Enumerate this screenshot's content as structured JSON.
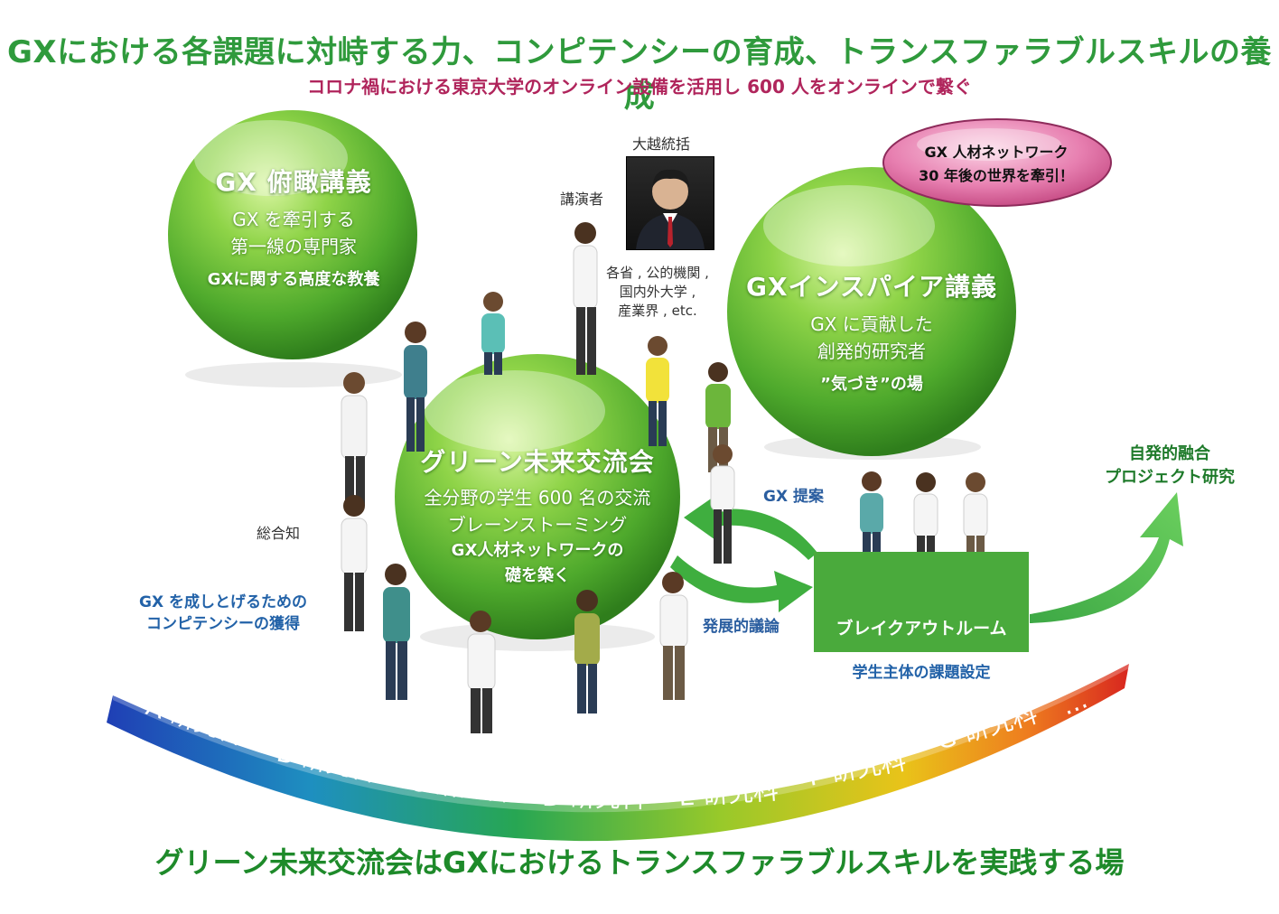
{
  "header": {
    "title": "GXにおける各課題に対峙する力、コンピテンシーの育成、トランスファラブルスキルの養成",
    "subtitle": "コロナ禍における東京大学のオンライン設備を活用し 600 人をオンラインで繋ぐ"
  },
  "sphere_left": {
    "heading": "GX 俯瞰講義",
    "line1": "GX を牽引する",
    "line2": "第一線の専門家",
    "line3": "GXに関する高度な教養"
  },
  "sphere_right": {
    "heading": "GXインスパイア講義",
    "line1": "GX に貢献した",
    "line2": "創発的研究者",
    "line3": "”気づき”の場"
  },
  "sphere_center": {
    "heading": "グリーン未来交流会",
    "line1": "全分野の学生 600 名の交流",
    "line2": "ブレーンストーミング",
    "line3": "GX人材ネットワークの",
    "line4": "礎を築く"
  },
  "speaker": {
    "name": "大越統括",
    "role": "講演者",
    "orgs1": "各省 , 公的機関 ,",
    "orgs2": "国内外大学 ,",
    "orgs3": "産業界 , etc."
  },
  "network_bubble": {
    "line1": "GX 人材ネットワーク",
    "line2": "30 年後の世界を牽引！"
  },
  "labels": {
    "sogochi": "総合知",
    "competency1": "GX を成しとげるための",
    "competency2": "コンピテンシーの獲得",
    "gx_proposal": "GX 提案",
    "discussion": "発展的議論",
    "breakout": "ブレイクアウトルーム",
    "student_topic": "学生主体の課題設定",
    "project1": "自発的融合",
    "project2": "プロジェクト研究"
  },
  "departments": [
    "A 研究科",
    "B 研究科",
    "C 研究科",
    "D 研究科",
    "E 研究科",
    "F 研究科",
    "G 研究科",
    "…"
  ],
  "footer": {
    "title": "グリーン未来交流会はGXにおけるトランスファラブルスキルを実践する場"
  },
  "colors": {
    "title_green": "#2f9a3c",
    "subtitle_magenta": "#b0255c",
    "label_blue": "#2262a8",
    "breakout_green": "#4aaa3c",
    "sphere_green": "#6cc03a"
  }
}
